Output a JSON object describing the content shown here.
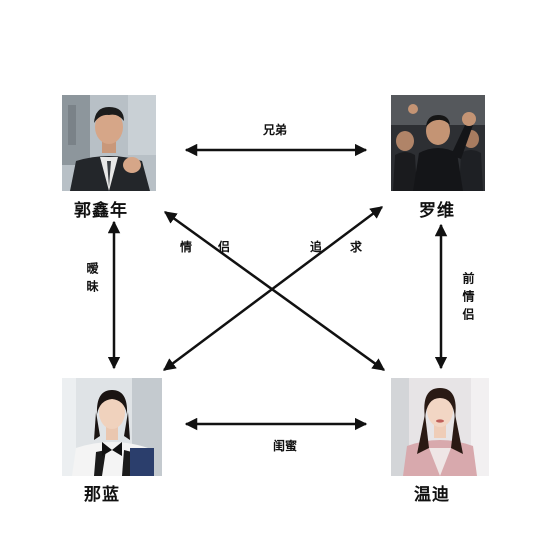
{
  "people": {
    "guo": {
      "name": "郭鑫年"
    },
    "luo": {
      "name": "罗维"
    },
    "na": {
      "name": "那蓝"
    },
    "wen": {
      "name": "温迪"
    }
  },
  "relations": {
    "guo_luo": "兄弟",
    "guo_na": "暧昧",
    "luo_wen": "前情侣",
    "na_wen": "闺蜜",
    "guo_wen_char1": "情",
    "guo_wen_char2": "侣",
    "na_luo_char1": "追",
    "na_luo_char2": "求"
  },
  "colors": {
    "arrow": "#111111",
    "background": "#ffffff"
  }
}
